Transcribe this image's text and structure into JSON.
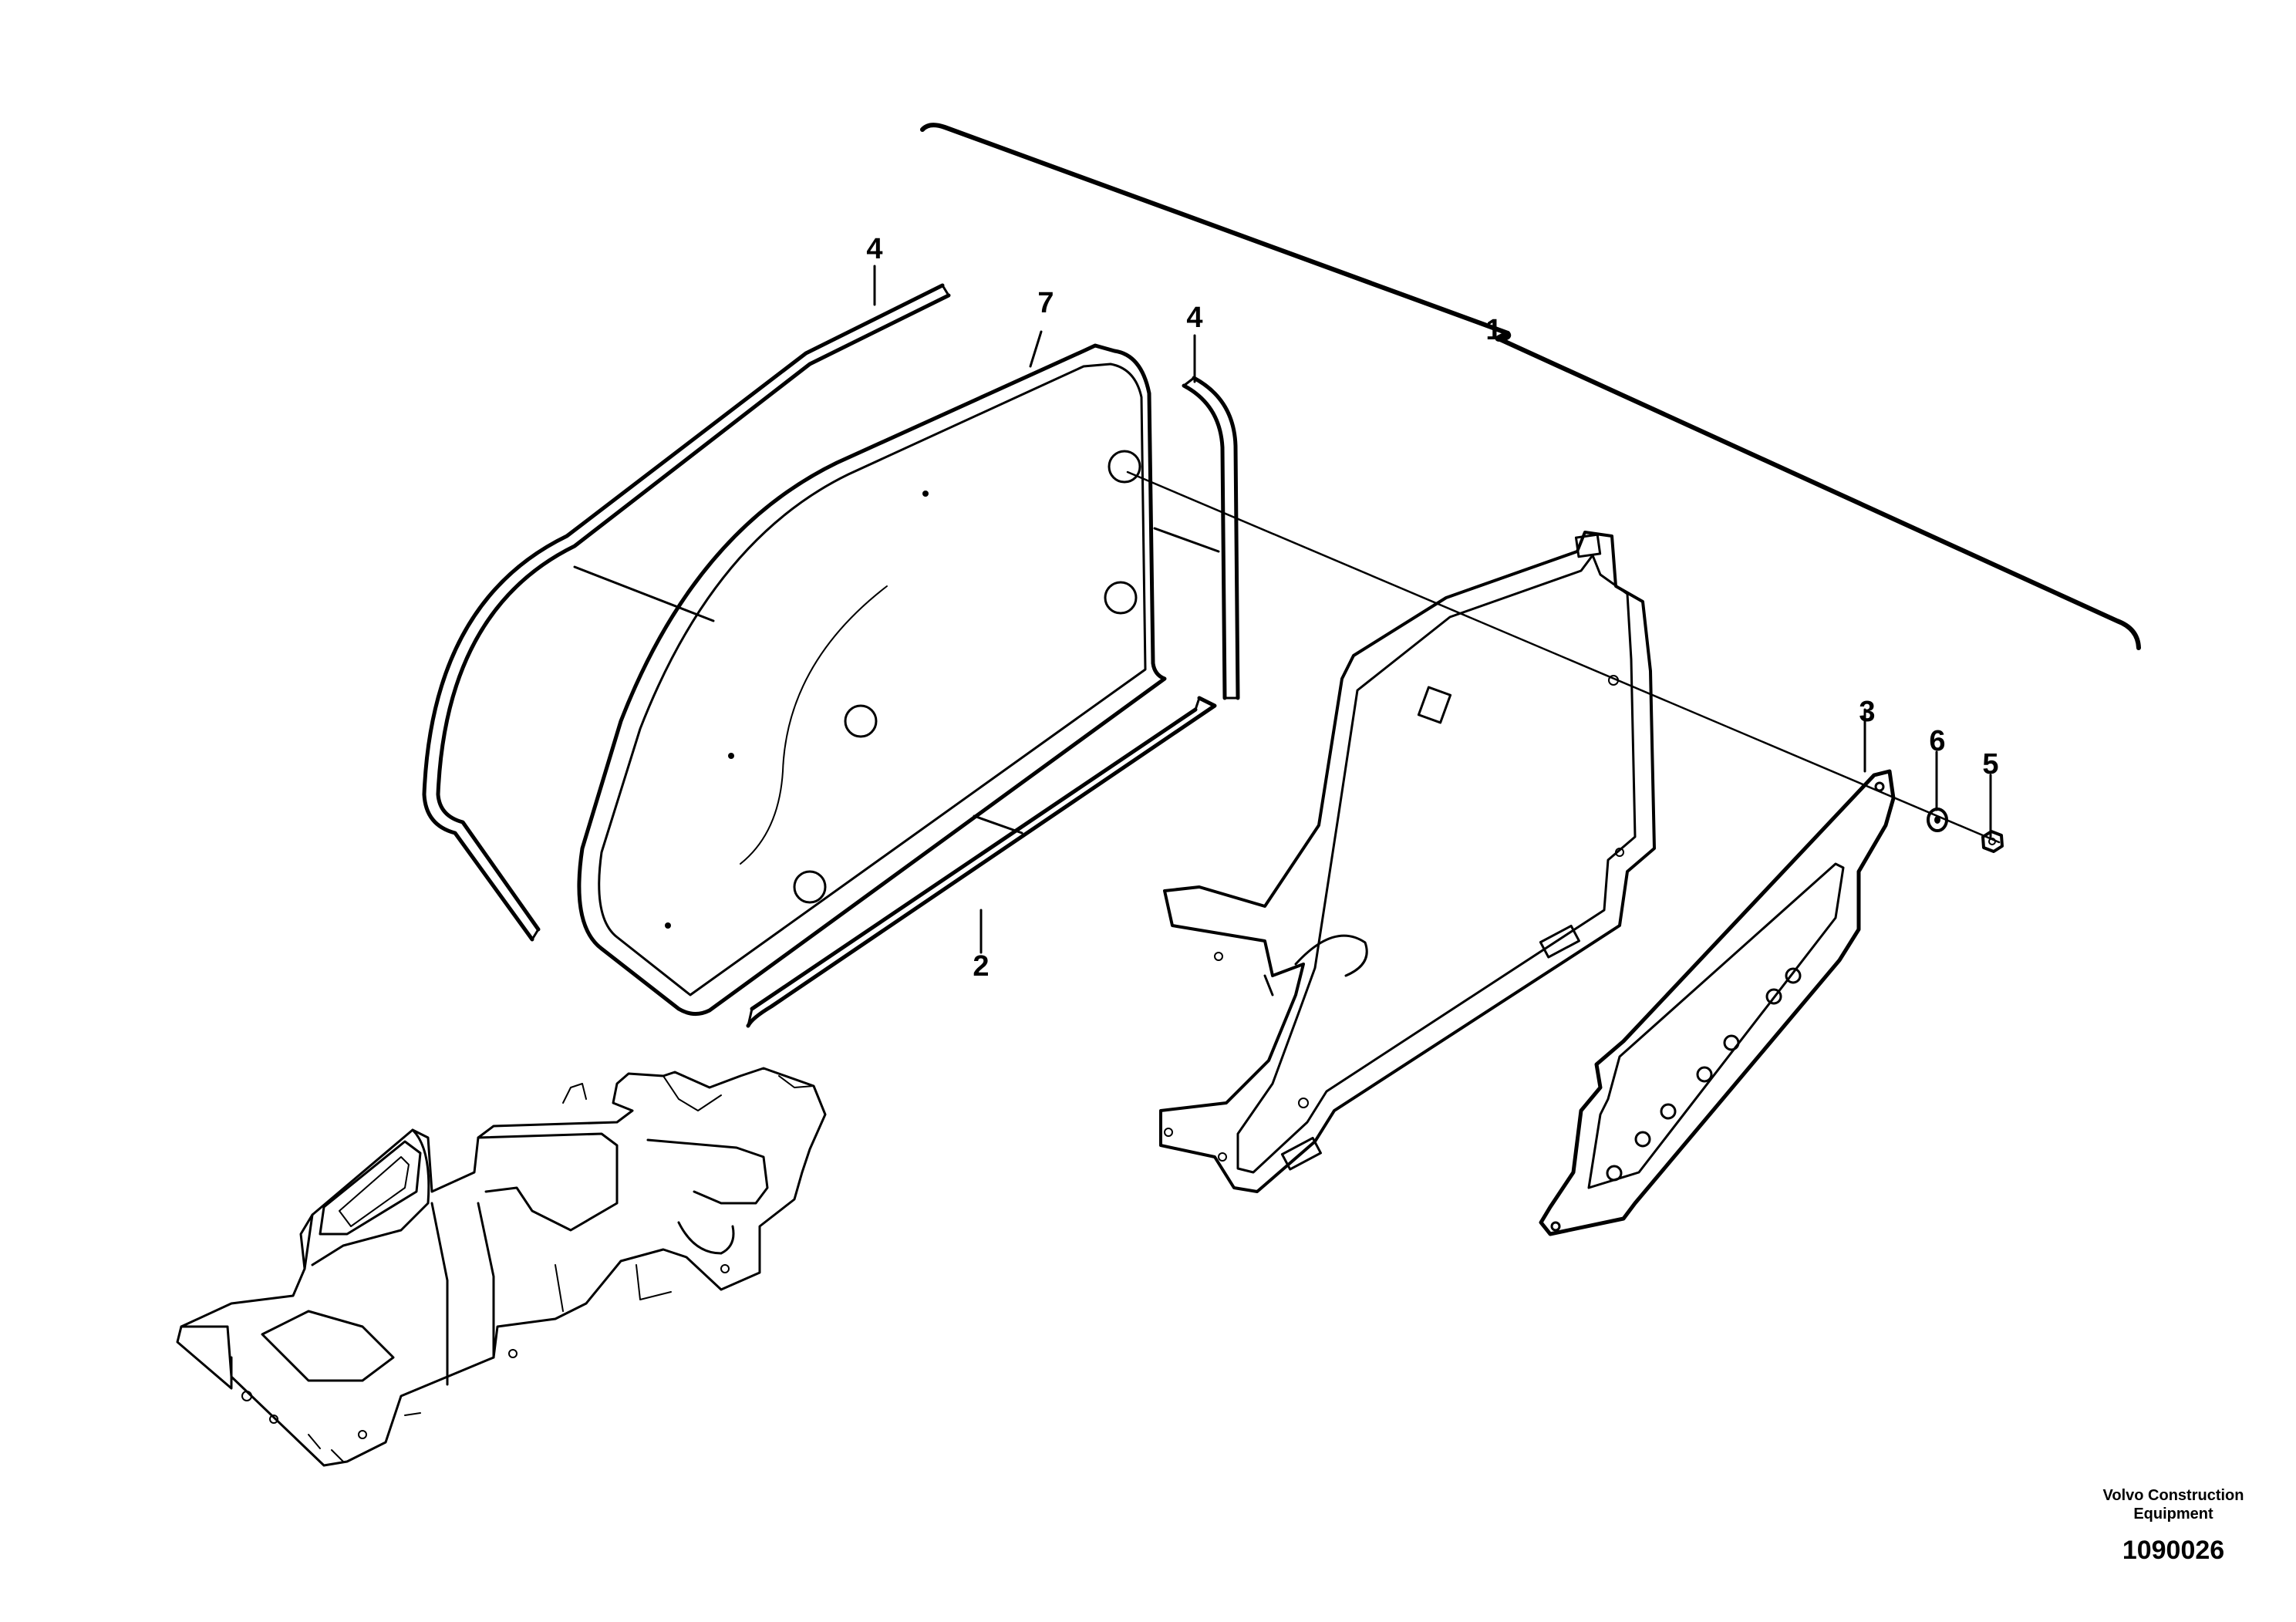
{
  "callouts": {
    "kit": "1",
    "seal_bottom": "2",
    "gasket": "3",
    "seal_left": "4",
    "seal_right": "4",
    "nut": "5",
    "washer": "6",
    "cover": "7"
  },
  "credit": {
    "line1": "Volvo Construction",
    "line2": "Equipment",
    "doc_number": "1090026"
  }
}
